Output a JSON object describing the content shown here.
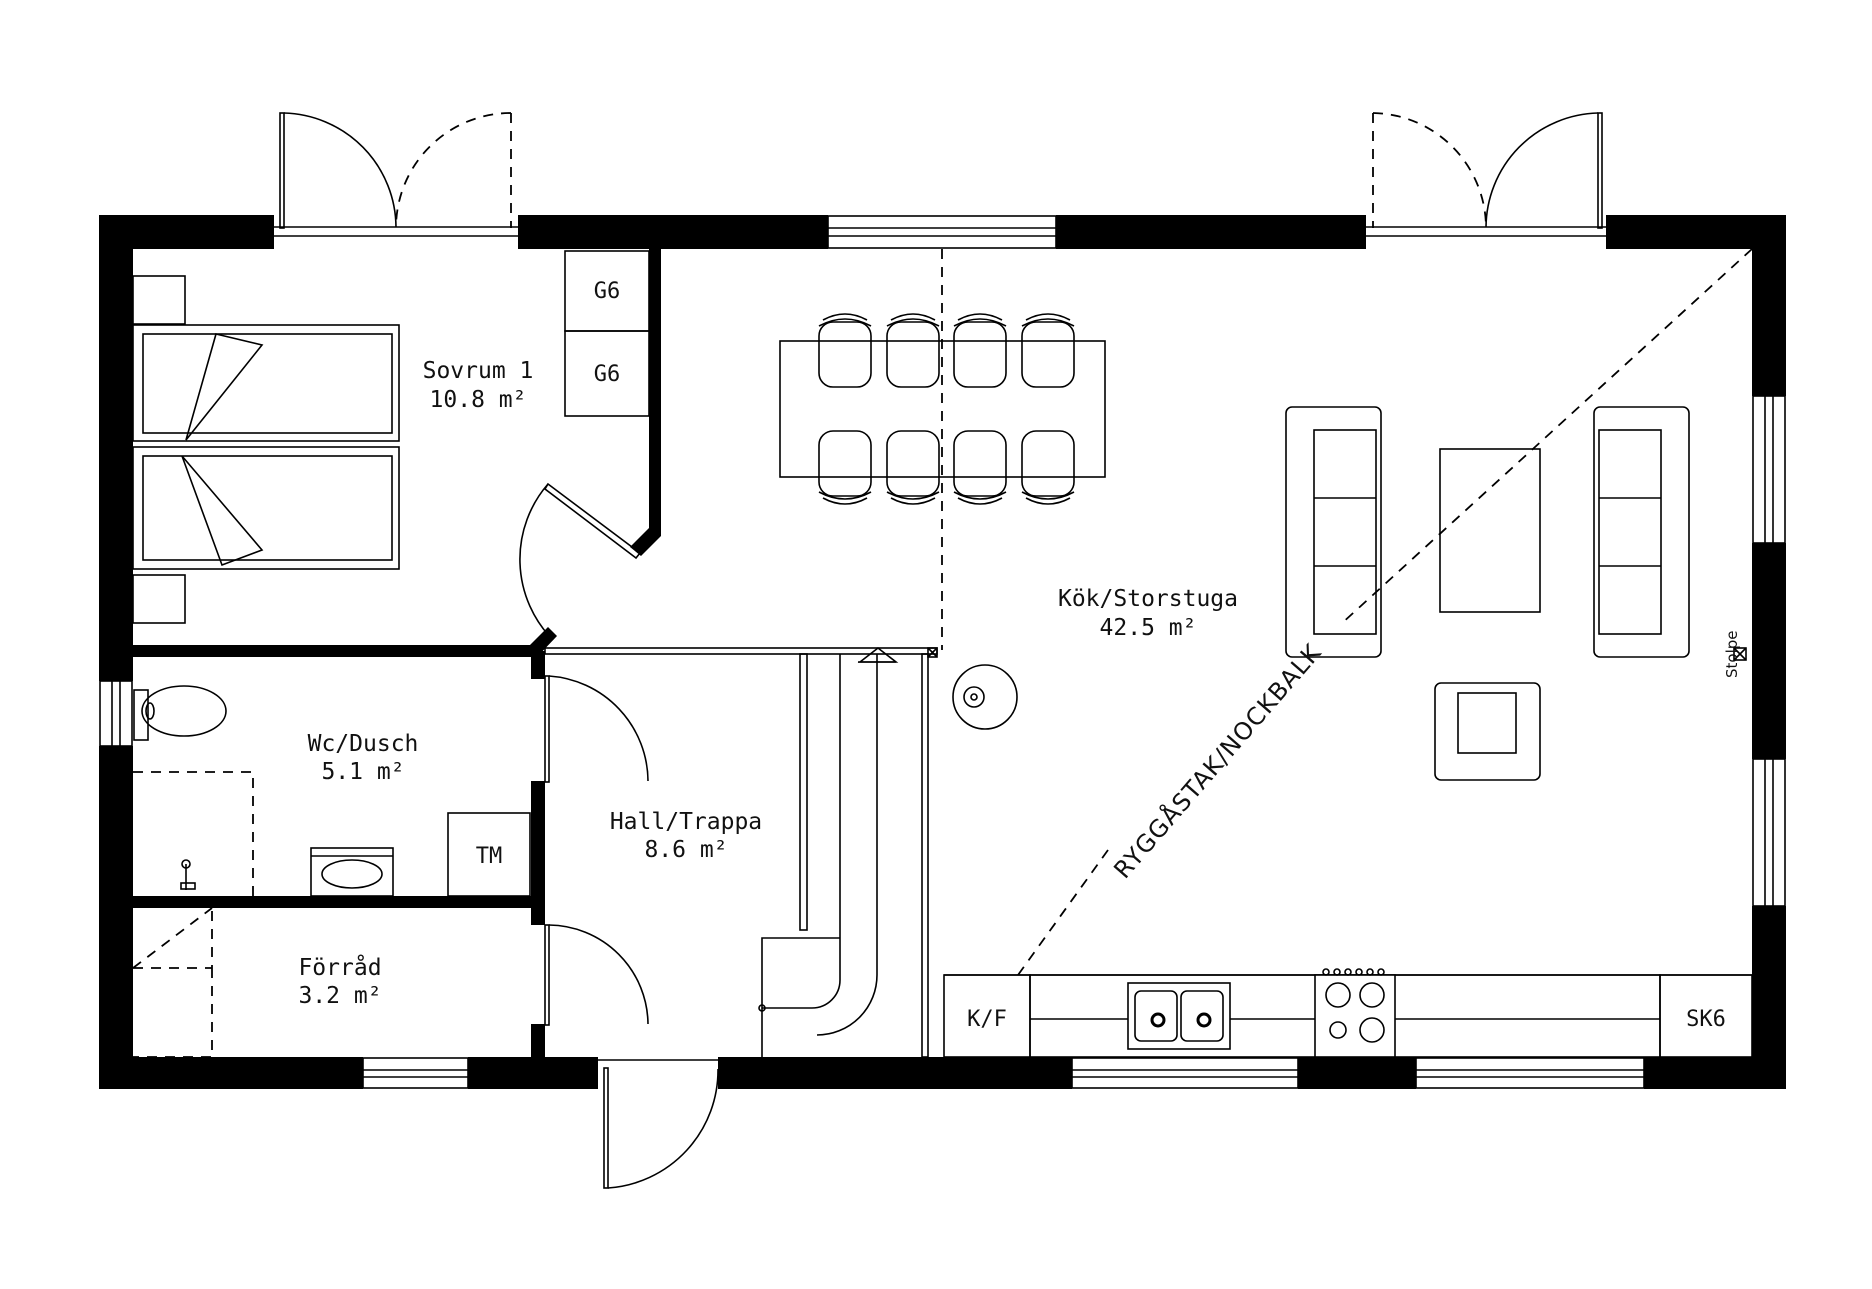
{
  "rooms": {
    "sovrum": {
      "name": "Sovrum 1",
      "area": "10.8 m²"
    },
    "kok": {
      "name": "Kök/Storstuga",
      "area": "42.5 m²"
    },
    "wc": {
      "name": "Wc/Dusch",
      "area": "5.1 m²"
    },
    "hall": {
      "name": "Hall/Trappa",
      "area": "8.6 m²"
    },
    "forrad": {
      "name": "Förråd",
      "area": "3.2 m²"
    }
  },
  "fixtures": {
    "wardrobe_1": "G6",
    "wardrobe_2": "G6",
    "washing_machine": "TM",
    "fridge_freezer": "K/F",
    "cabinet": "SK6"
  },
  "annotations": {
    "ridge_beam": "RYGGÅSTAK/NOCKBALK",
    "post": "Stolpe"
  }
}
